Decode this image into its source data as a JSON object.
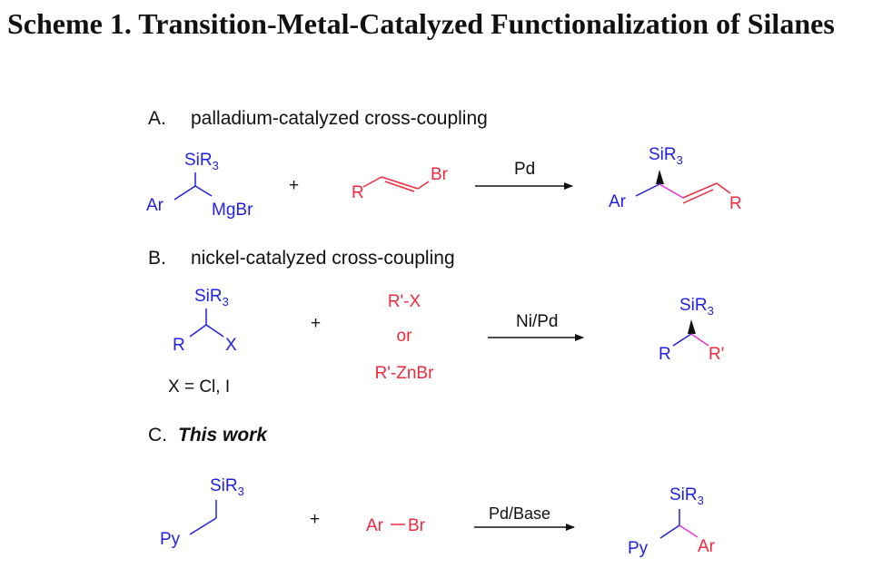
{
  "title": "Scheme 1. Transition-Metal-Catalyzed Functionalization of Silanes",
  "colors": {
    "reagent_blue": "#1f1fe6",
    "coupling_red": "#ef2a3d",
    "new_bond_magenta": "#e534d8",
    "text": "#111111"
  },
  "section_a": {
    "letter": "A.",
    "heading": "palladium-catalyzed cross-coupling",
    "reactant1": {
      "sir3": "SiR",
      "sub": "3",
      "ar": "Ar",
      "mgbr": "MgBr"
    },
    "plus": "+",
    "reactant2": {
      "r": "R",
      "br": "Br"
    },
    "catalyst": "Pd",
    "product": {
      "sir3": "SiR",
      "sub": "3",
      "ar": "Ar",
      "r": "R"
    }
  },
  "section_b": {
    "letter": "B.",
    "heading": "nickel-catalyzed cross-coupling",
    "reactant1": {
      "sir3": "SiR",
      "sub": "3",
      "r": "R",
      "x": "X"
    },
    "x_note": "X = Cl, I",
    "plus": "+",
    "reagent_option1": "R'-X",
    "reagent_or": "or",
    "reagent_option2": "R'-ZnBr",
    "catalyst": "Ni/Pd",
    "product": {
      "sir3": "SiR",
      "sub": "3",
      "r": "R",
      "r_prime": "R'"
    }
  },
  "section_c": {
    "letter": "C.",
    "heading": "This work",
    "reactant1": {
      "sir3": "SiR",
      "sub": "3",
      "py": "Py"
    },
    "plus": "+",
    "reactant2": {
      "ar": "Ar",
      "br": "Br"
    },
    "catalyst": "Pd/Base",
    "product": {
      "sir3": "SiR",
      "sub": "3",
      "py": "Py",
      "ar": "Ar"
    }
  }
}
